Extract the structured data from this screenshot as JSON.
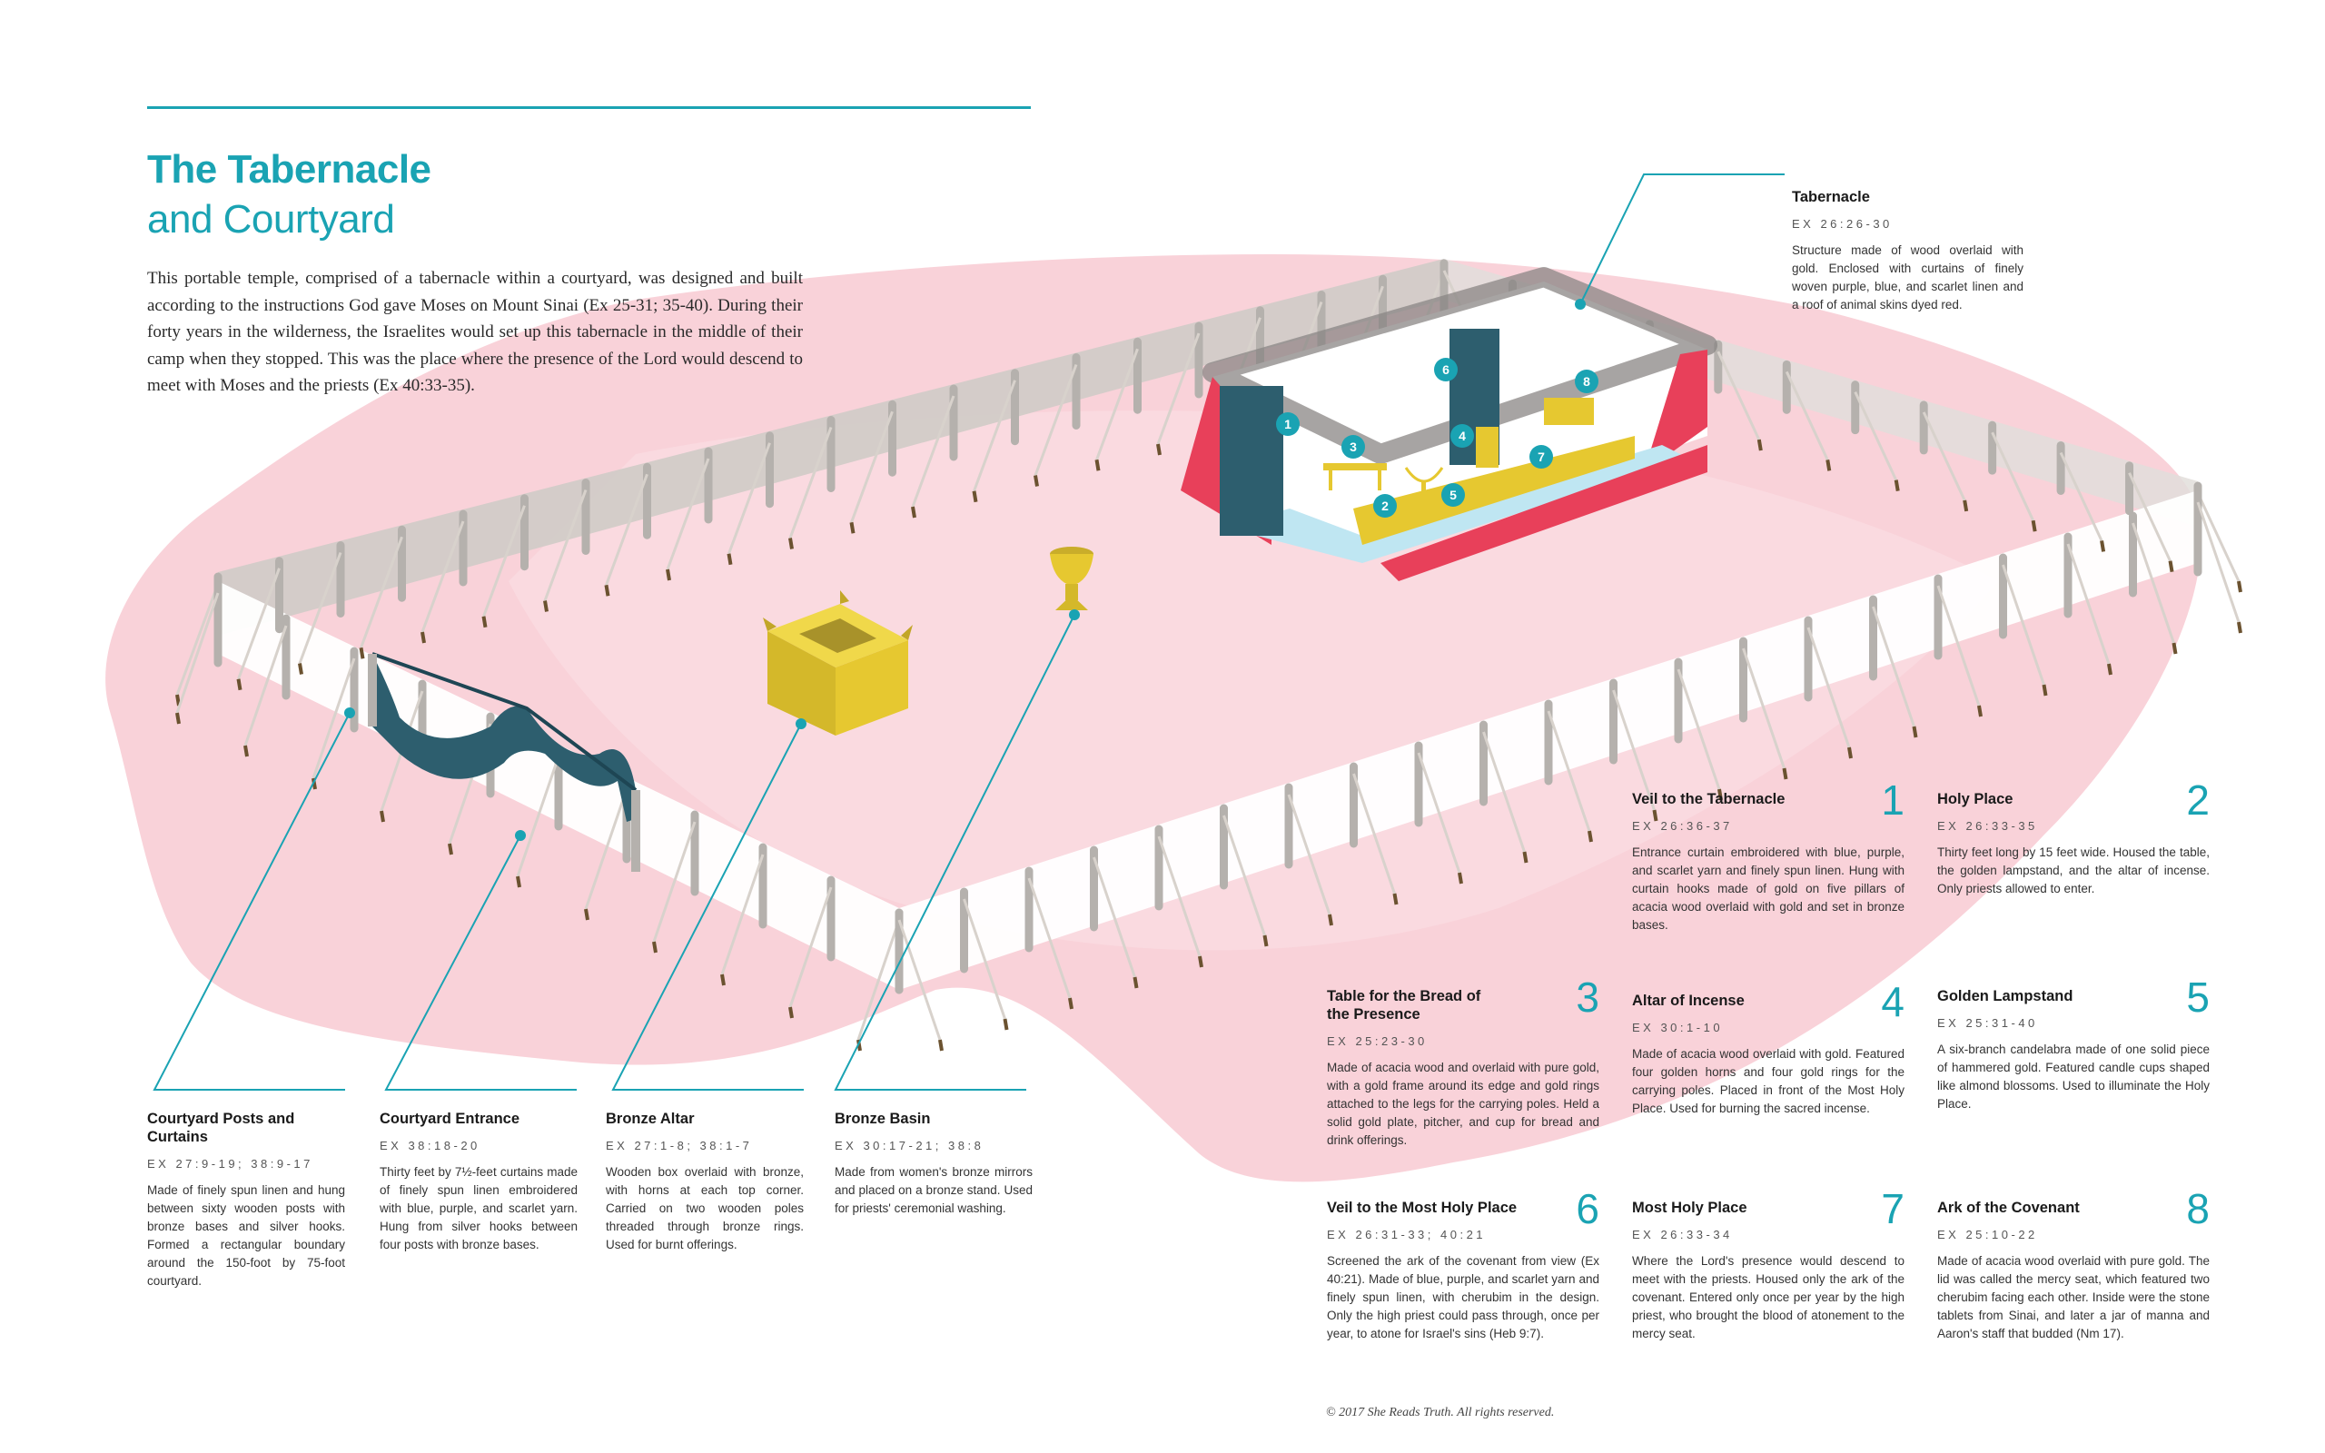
{
  "title_line1": "The Tabernacle",
  "title_line2": "and Courtyard",
  "intro": "This portable temple, comprised of a tabernacle within a courtyard, was designed and built according to the instructions God gave Moses on Mount Sinai (Ex 25-31; 35-40). During their forty years in the wilderness, the Israelites would set up this tabernacle in the middle of their camp when they stopped. This was the place where the presence of the Lord would descend to meet with Moses and the priests (Ex 40:33-35).",
  "colors": {
    "accent": "#1aa3b3",
    "ground": "#f9d2d9",
    "gold": "#e6c830",
    "curtain": "#2d5e6e",
    "scarlet": "#e8405a",
    "holy_floor": "#bfe6f2",
    "fence_post": "#b5b1ad"
  },
  "markers": [
    "1",
    "2",
    "3",
    "4",
    "5",
    "6",
    "7",
    "8"
  ],
  "tabernacle": {
    "title": "Tabernacle",
    "ref": "EX 26:26-30",
    "desc": "Structure made of wood overlaid with gold. Enclosed with curtains of finely woven purple, blue, and scarlet linen and a roof of animal skins dyed red."
  },
  "bottom_entries": [
    {
      "title": "Courtyard Posts and Curtains",
      "ref": "EX 27:9-19; 38:9-17",
      "desc": "Made of finely spun linen and hung between sixty wooden posts with bronze bases and silver hooks. Formed a rectangular boundary around the 150-foot by 75-foot courtyard."
    },
    {
      "title": "Courtyard Entrance",
      "ref": "EX 38:18-20",
      "desc": "Thirty feet by 7½-feet curtains made of finely spun linen embroidered with blue, purple, and scarlet yarn. Hung from silver hooks between four posts with bronze bases."
    },
    {
      "title": "Bronze Altar",
      "ref": "EX 27:1-8; 38:1-7",
      "desc": "Wooden box overlaid with bronze, with horns at each top corner. Carried on two wooden poles threaded through bronze rings. Used for burnt offerings."
    },
    {
      "title": "Bronze Basin",
      "ref": "EX 30:17-21; 38:8",
      "desc": "Made from women's bronze mirrors and placed on a bronze stand. Used for priests' ceremonial washing."
    }
  ],
  "numbered_entries": [
    {
      "num": "1",
      "title": "Veil to the Tabernacle",
      "ref": "EX 26:36-37",
      "desc": "Entrance curtain embroidered with blue, purple, and scarlet yarn and finely spun linen. Hung with curtain hooks made of gold on five pillars of acacia wood overlaid with gold and set in bronze bases."
    },
    {
      "num": "2",
      "title": "Holy Place",
      "ref": "EX 26:33-35",
      "desc": "Thirty feet long by 15 feet wide. Housed the table, the golden lampstand, and the altar of incense. Only priests allowed to enter."
    },
    {
      "num": "3",
      "title": "Table for the Bread of the Presence",
      "ref": "EX 25:23-30",
      "desc": "Made of acacia wood and overlaid with pure gold, with a gold frame around its edge and gold rings attached to the legs for the carrying poles. Held a solid gold plate, pitcher, and cup for bread and drink offerings."
    },
    {
      "num": "4",
      "title": "Altar of Incense",
      "ref": "EX 30:1-10",
      "desc": "Made of acacia wood overlaid with gold. Featured four golden horns and four gold rings for the carrying poles. Placed in front of the Most Holy Place. Used for burning the sacred incense."
    },
    {
      "num": "5",
      "title": "Golden Lampstand",
      "ref": "EX 25:31-40",
      "desc": "A six-branch candelabra made of one solid piece of hammered gold. Featured candle cups shaped like almond blossoms. Used to illuminate the Holy Place."
    },
    {
      "num": "6",
      "title": "Veil to the Most Holy Place",
      "ref": "EX 26:31-33; 40:21",
      "desc": "Screened the ark of the covenant from view (Ex 40:21). Made of blue, purple, and scarlet yarn and finely spun linen, with cherubim in the design. Only the high priest could pass through, once per year, to atone for Israel's sins (Heb 9:7)."
    },
    {
      "num": "7",
      "title": "Most Holy Place",
      "ref": "EX 26:33-34",
      "desc": "Where the Lord's presence would descend to meet with the priests. Housed only the ark of the covenant. Entered only once per year by the high priest, who brought the blood of atonement to the mercy seat."
    },
    {
      "num": "8",
      "title": "Ark of the Covenant",
      "ref": "EX 25:10-22",
      "desc": "Made of acacia wood overlaid with pure gold. The lid was called the mercy seat, which featured two cherubim facing each other. Inside were the stone tablets from Sinai, and later a jar of manna and Aaron's staff that budded (Nm 17)."
    }
  ],
  "copyright": "© 2017 She Reads Truth. All rights reserved."
}
